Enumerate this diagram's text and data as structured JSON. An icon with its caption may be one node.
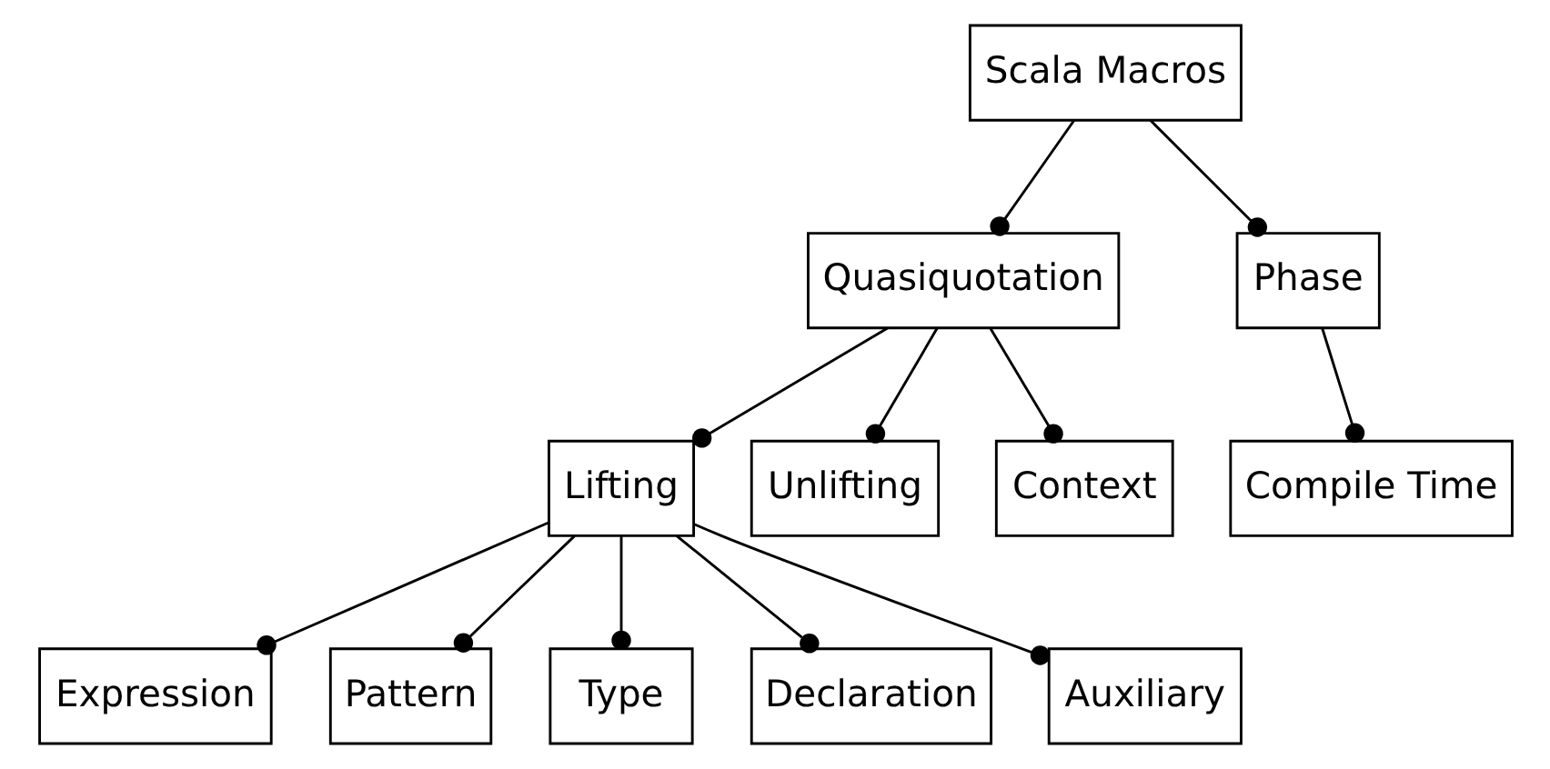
{
  "diagram": {
    "nodes": [
      {
        "text": [
          "Scala Macros"
        ]
      },
      {
        "text": [
          "Quasiquotation"
        ]
      },
      {
        "text": [
          "Phase"
        ]
      },
      {
        "text": [
          "Lifting"
        ]
      },
      {
        "text": [
          "Unlifting"
        ]
      },
      {
        "text": [
          "Context"
        ]
      },
      {
        "text": [
          "Compile Time"
        ]
      },
      {
        "text": [
          "Expression"
        ]
      },
      {
        "text": [
          "Pattern"
        ]
      },
      {
        "text": [
          "Type"
        ]
      },
      {
        "text": [
          "Declaration"
        ]
      },
      {
        "text": [
          "Auxiliary"
        ]
      }
    ],
    "edges": [
      {
        "from": 0,
        "to": 1,
        "arrow": "other"
      },
      {
        "from": 0,
        "to": 2,
        "arrow": "other"
      },
      {
        "from": 1,
        "to": 3,
        "arrow": "other"
      },
      {
        "from": 1,
        "to": 4,
        "arrow": "other"
      },
      {
        "from": 1,
        "to": 5,
        "arrow": "other"
      },
      {
        "from": 2,
        "to": 6,
        "arrow": "other"
      },
      {
        "from": 3,
        "to": 7,
        "arrow": "other"
      },
      {
        "from": 3,
        "to": 8,
        "arrow": "other"
      },
      {
        "from": 3,
        "to": 9,
        "arrow": "other"
      },
      {
        "from": 3,
        "to": 10,
        "arrow": "other"
      },
      {
        "from": 3,
        "to": 11,
        "arrow": "other"
      }
    ]
  }
}
